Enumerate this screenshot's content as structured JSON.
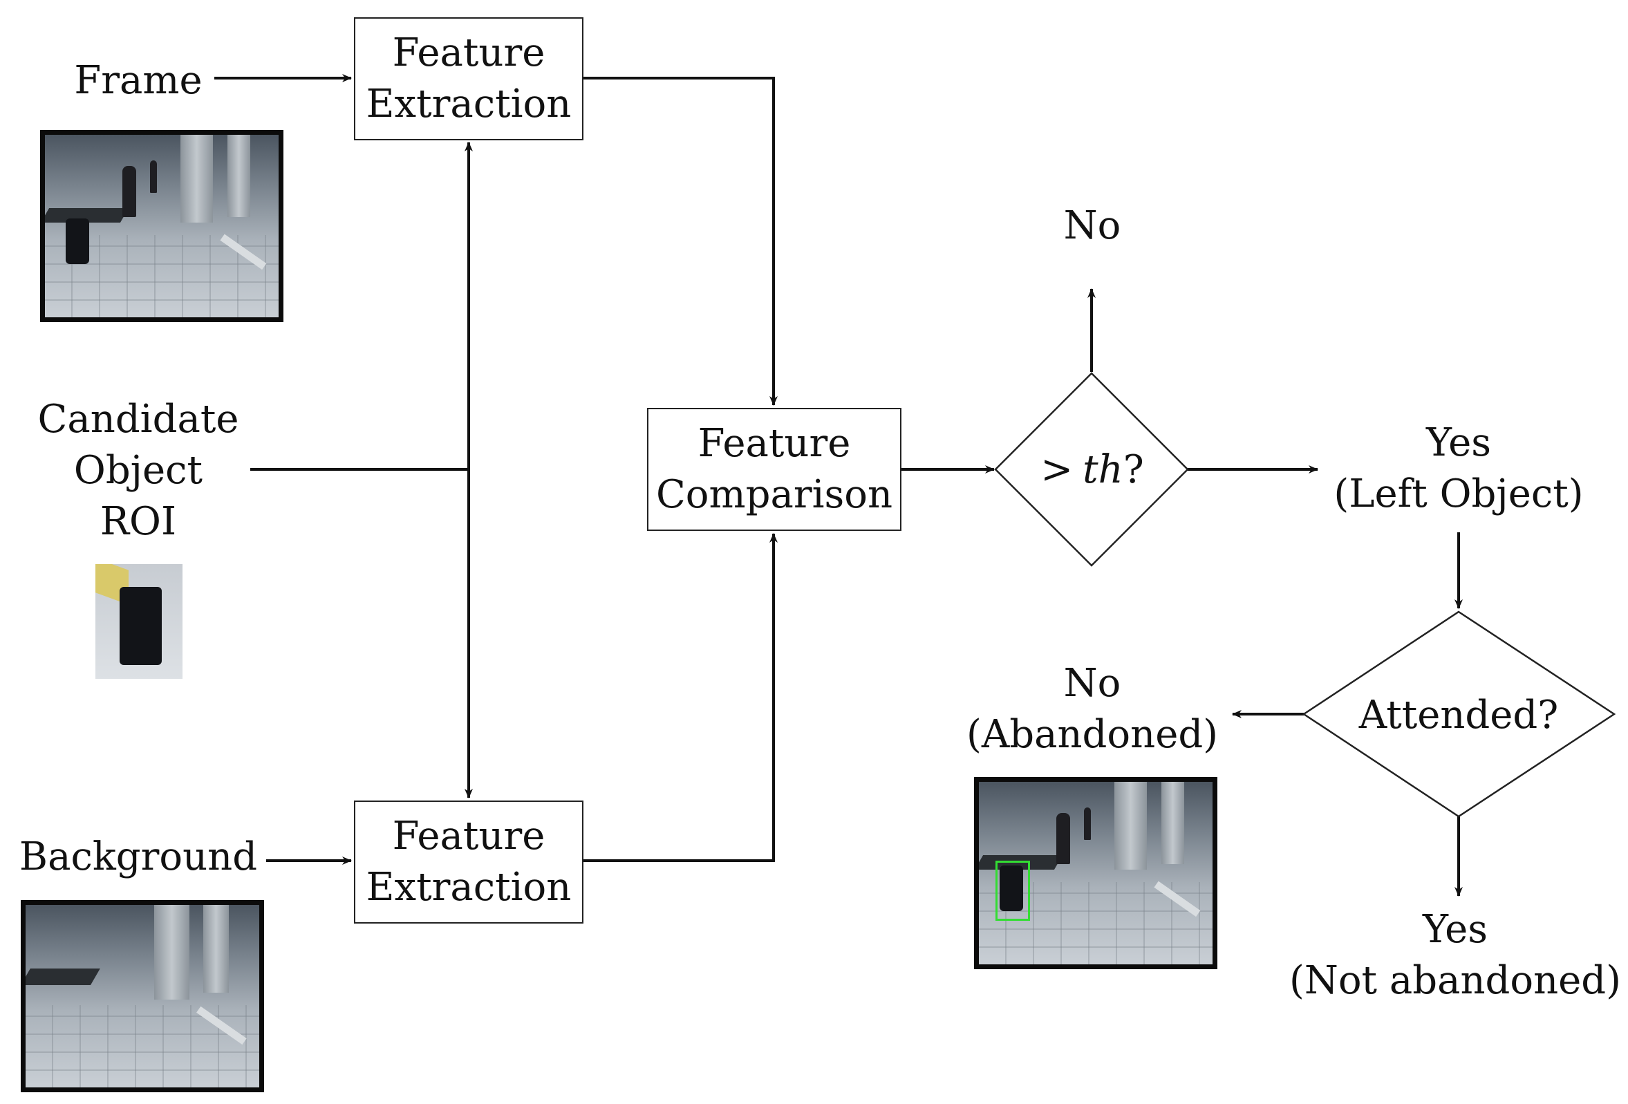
{
  "inputs": {
    "frame_label": "Frame",
    "candidate_label": [
      "Candidate",
      "Object",
      "ROI"
    ],
    "background_label": "Background"
  },
  "feature_extraction_top": [
    "Feature",
    "Extraction"
  ],
  "feature_extraction_bottom": [
    "Feature",
    "Extraction"
  ],
  "feature_comparison": [
    "Feature",
    "Comparison"
  ],
  "threshold_decision": {
    "label_prefix": ">",
    "label_var": "th",
    "label_suffix": "?",
    "no_label": "No",
    "yes_label": [
      "Yes",
      "(Left Object)"
    ]
  },
  "attended_decision": {
    "label": "Attended?",
    "no_label": [
      "No",
      "(Abandoned)"
    ],
    "yes_label": [
      "Yes",
      "(Not abandoned)"
    ]
  },
  "photo_icons": {
    "frame": "subway-platform-photo",
    "candidate": "luggage-crop-photo",
    "background": "empty-platform-photo",
    "result": "detected-luggage-photo"
  },
  "colors": {
    "stroke": "#222222",
    "detection_box": "#33dd33"
  }
}
